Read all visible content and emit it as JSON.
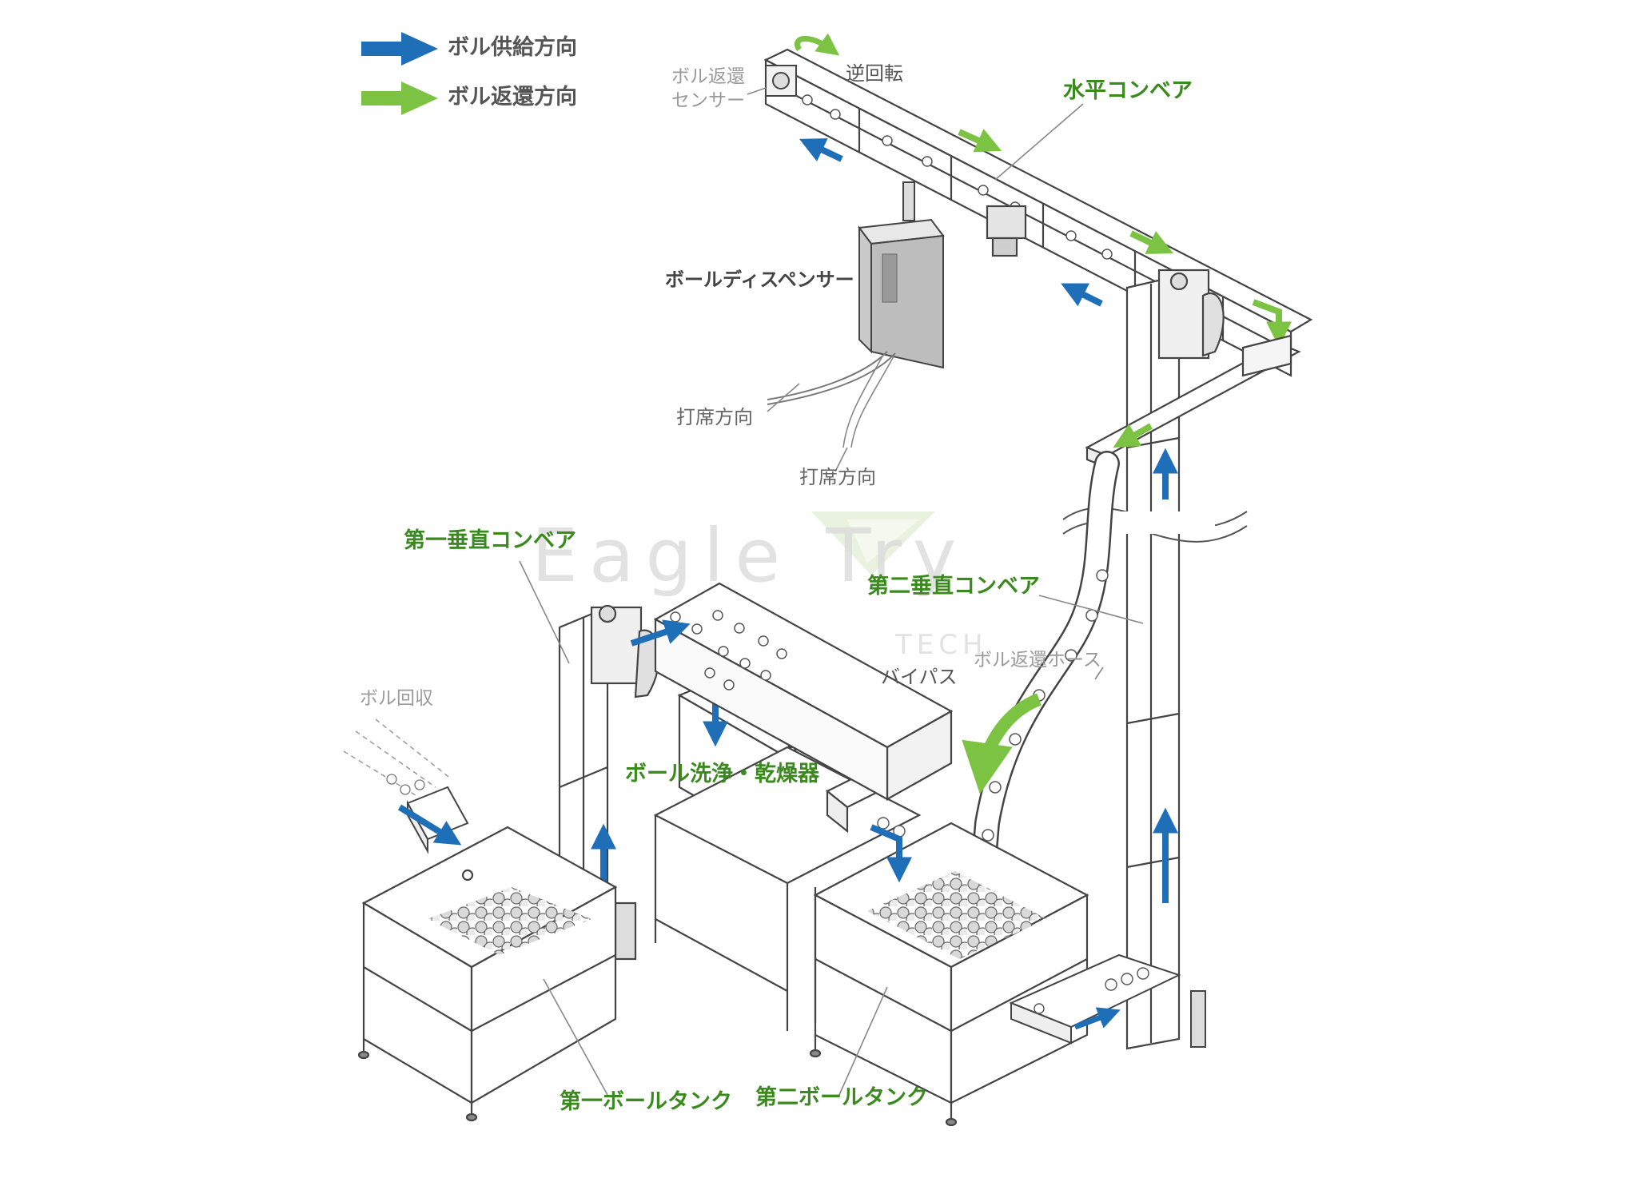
{
  "legend": {
    "supply": {
      "label": "ボル供給方向",
      "color": "#1f6fb8"
    },
    "return": {
      "label": "ボル返還方向",
      "color": "#7cc243"
    }
  },
  "labels": {
    "return_sensor": "ボル返還\nセンサー",
    "reverse": "逆回転",
    "horizontal_conveyor": "水平コンベア",
    "ball_dispenser": "ボールディスペンサー",
    "hitting_direction_1": "打席方向",
    "hitting_direction_2": "打席方向",
    "first_vertical_conveyor": "第一垂直コンベア",
    "second_vertical_conveyor": "第二垂直コンベア",
    "bypass": "バイパス",
    "return_hose": "ボル返還ホース",
    "ball_recovery": "ボル回収",
    "washer_dryer": "ボール洗浄・乾燥器",
    "first_ball_tank": "第一ボールタンク",
    "second_ball_tank": "第二ボールタンク"
  },
  "watermark": {
    "brand": "Eagle Try",
    "sub": "TECH"
  },
  "colors": {
    "line": "#555555",
    "green_label": "#3a8a1e",
    "gray_label": "#9a9a9a"
  }
}
